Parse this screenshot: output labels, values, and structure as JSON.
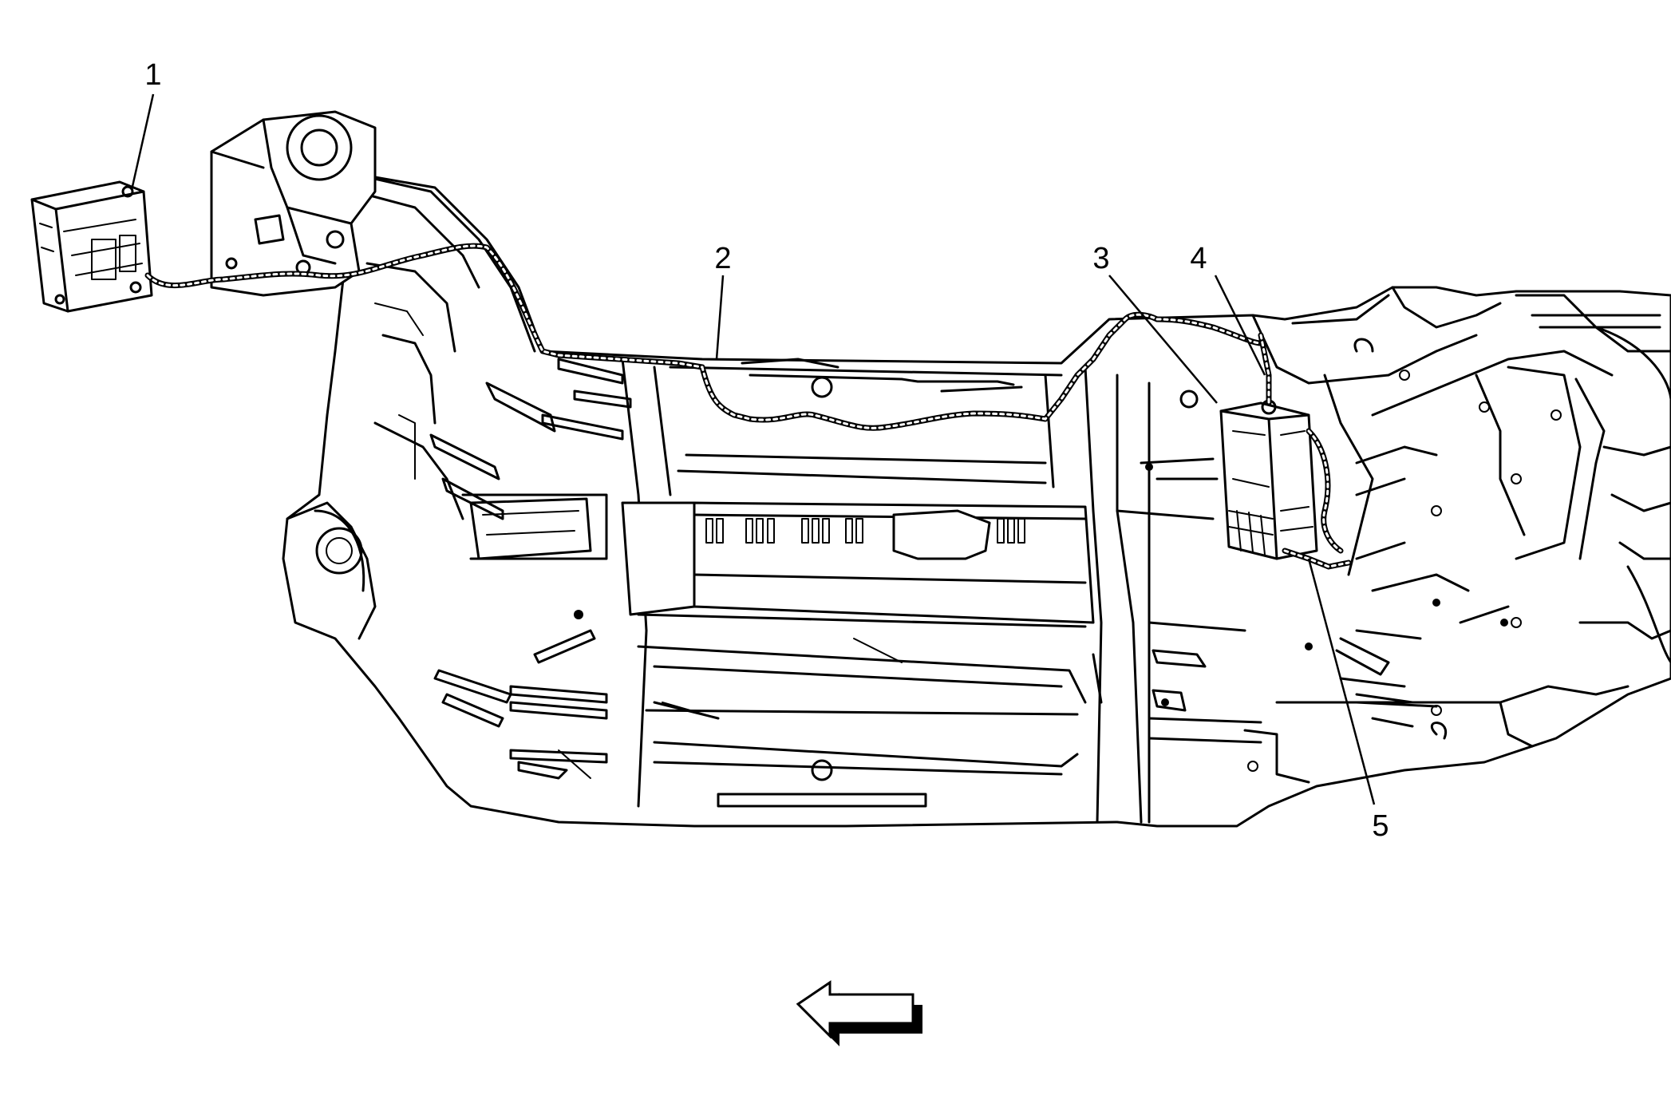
{
  "callouts": [
    {
      "id": "1",
      "label": "1"
    },
    {
      "id": "2",
      "label": "2"
    },
    {
      "id": "3",
      "label": "3"
    },
    {
      "id": "4",
      "label": "4"
    },
    {
      "id": "5",
      "label": "5"
    }
  ],
  "icons": {
    "direction_arrow": "left-arrow-icon"
  },
  "colors": {
    "line": "#000000",
    "background": "#ffffff"
  }
}
